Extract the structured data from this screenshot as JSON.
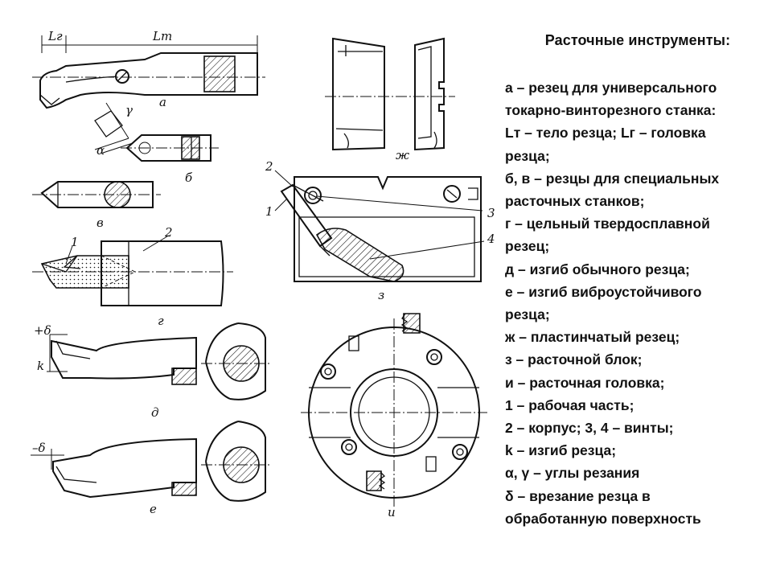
{
  "legend": {
    "title": "Расточные инструменты:",
    "lines": [
      "а – резец для универсального",
      "токарно-винторезного станка:",
      "Lт – тело резца; Lг – головка",
      "резца;",
      "б, в – резцы для специальных",
      "расточных станков;",
      "г – цельный твердосплавной",
      "резец;",
      "д – изгиб обычного резца;",
      "е – изгиб виброустойчивого",
      "резца;",
      "ж – пластинчатый резец;",
      "з – расточной блок;",
      "и – расточная головка;",
      "1 – рабочая часть;",
      "2 – корпус; 3, 4 – винты;",
      "k – изгиб резца;",
      "α, γ – углы резания",
      "δ – врезание резца в",
      "обработанную поверхность"
    ]
  },
  "figure_labels": {
    "a": "а",
    "b": "б",
    "v": "в",
    "g": "г",
    "d": "д",
    "e": "е",
    "zh": "ж",
    "z": "з",
    "i": "и"
  },
  "callouts": {
    "Lg": "Lг",
    "Lt": "Lт",
    "gamma": "γ",
    "alpha": "α",
    "plus_delta": "+δ",
    "minus_delta": "–δ",
    "k": "k",
    "g1": "1",
    "g2": "2",
    "z1": "1",
    "z2": "2",
    "z3": "3",
    "z4": "4"
  }
}
